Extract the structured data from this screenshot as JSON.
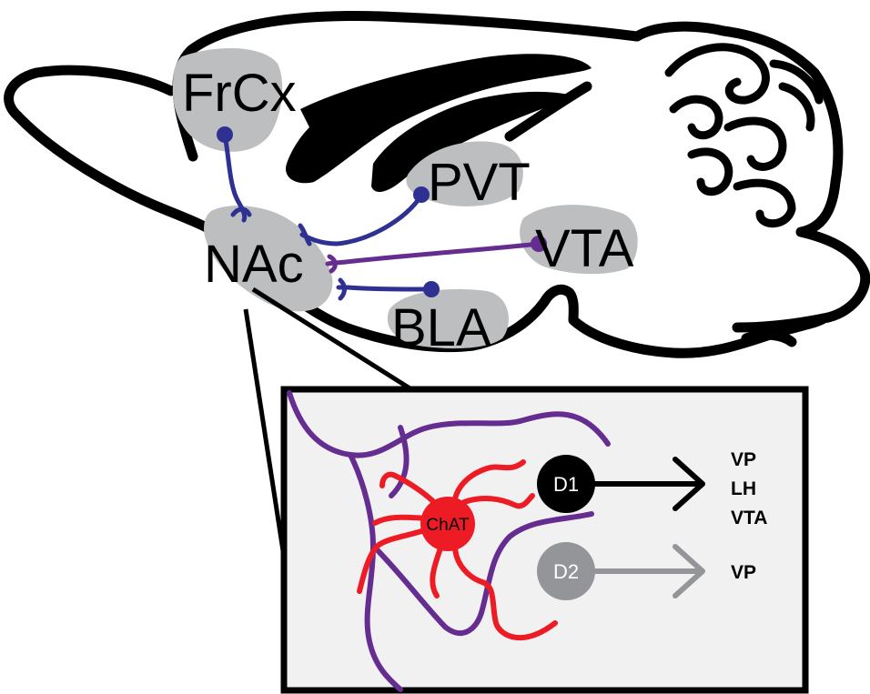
{
  "regions": {
    "frcx": "FrCx",
    "nac": "NAc",
    "pvt": "PVT",
    "vta": "VTA",
    "bla": "BLA"
  },
  "inset": {
    "chat": "ChAT",
    "d1": "D1",
    "d2": "D2",
    "d1_targets": [
      "VP",
      "LH",
      "VTA"
    ],
    "d2_targets": [
      "VP"
    ]
  },
  "colors": {
    "outline": "#000000",
    "region_fill": "#bcbec0",
    "projection_blue": "#2e3192",
    "projection_purple": "#662d91",
    "chat_red": "#ed1c24",
    "d1_fill": "#000000",
    "d2_fill": "#939598",
    "inset_bg": "#f1f1f2"
  }
}
